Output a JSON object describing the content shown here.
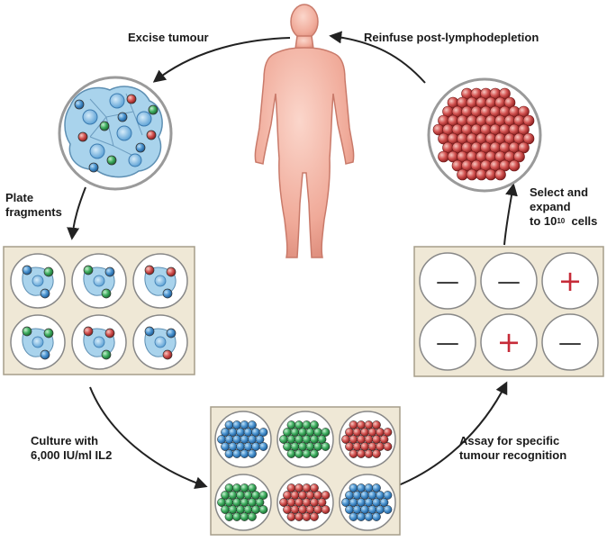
{
  "labels": {
    "excise": "Excise tumour",
    "reinfuse": "Reinfuse post-lymphodepletion",
    "plate_line1": "Plate",
    "plate_line2": "fragments",
    "select_line1": "Select and",
    "select_line2": "expand",
    "select_line3_prefix": "to 10",
    "select_line3_exponent": "10",
    "select_line3_suffix": "cells",
    "culture_line1": "Culture with",
    "culture_line2": "6,000 IU/ml IL2",
    "assay_line1": "Assay for specific",
    "assay_line2": "tumour recognition"
  },
  "assay_wells": [
    "—",
    "—",
    "+",
    "—",
    "+",
    "—"
  ],
  "colors": {
    "tumour_cell": "#a9d3ec",
    "t_cell_blue": "#3b86c6",
    "t_cell_green": "#3aa35a",
    "t_cell_red": "#d04a4a",
    "body": "#f3b7a8",
    "plate_bg": "#efe8d6",
    "positive": "#c62b38",
    "negative": "#333333"
  },
  "culture_wells": [
    "blue",
    "green",
    "red",
    "green",
    "red",
    "blue"
  ]
}
